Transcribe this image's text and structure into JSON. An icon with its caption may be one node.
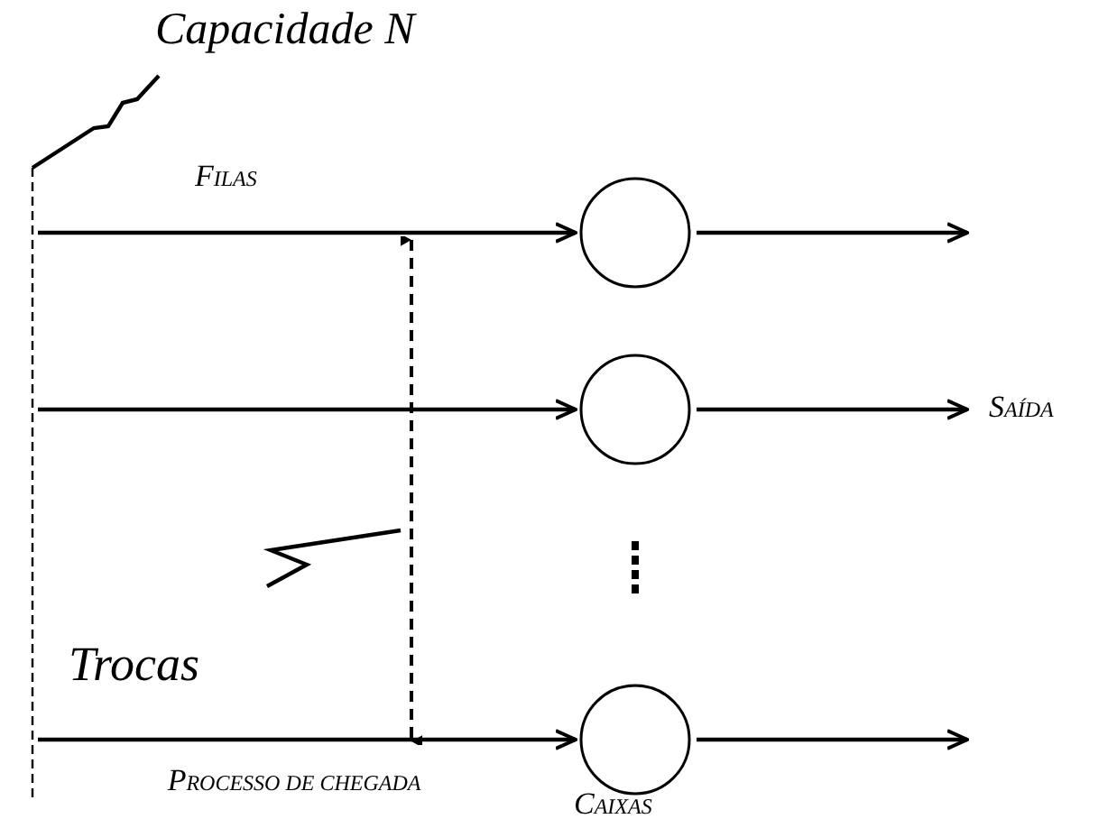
{
  "diagram": {
    "nodes": [
      {
        "text": [
          "Capacidade N"
        ]
      },
      {
        "text": [],
        "shape": "bar"
      },
      {
        "text": [],
        "shape": "circle"
      },
      {
        "text": [],
        "shape": "circle"
      },
      {
        "text": [],
        "shape": "circle"
      },
      {
        "text": [
          "Trocas"
        ]
      },
      {
        "text": [],
        "shape": "arrow"
      }
    ],
    "edges": [
      {
        "from": 0,
        "to": 1,
        "arrow": "none"
      },
      {
        "from": 1,
        "to": 2,
        "arrow": "to"
      },
      {
        "from": 1,
        "to": 3,
        "arrow": "to"
      },
      {
        "from": 1,
        "to": 4,
        "arrow": "to"
      },
      {
        "from": 2,
        "to": null,
        "arrow": "to"
      },
      {
        "from": 3,
        "to": null,
        "arrow": "to",
        "label": "SAÍDA"
      },
      {
        "from": 4,
        "to": null,
        "arrow": "to"
      },
      {
        "from": 5,
        "to": 6,
        "arrow": "none"
      }
    ],
    "labels": [
      "FILAS",
      "PROCESSO DE CHEGADA",
      "CAIXAS"
    ]
  }
}
